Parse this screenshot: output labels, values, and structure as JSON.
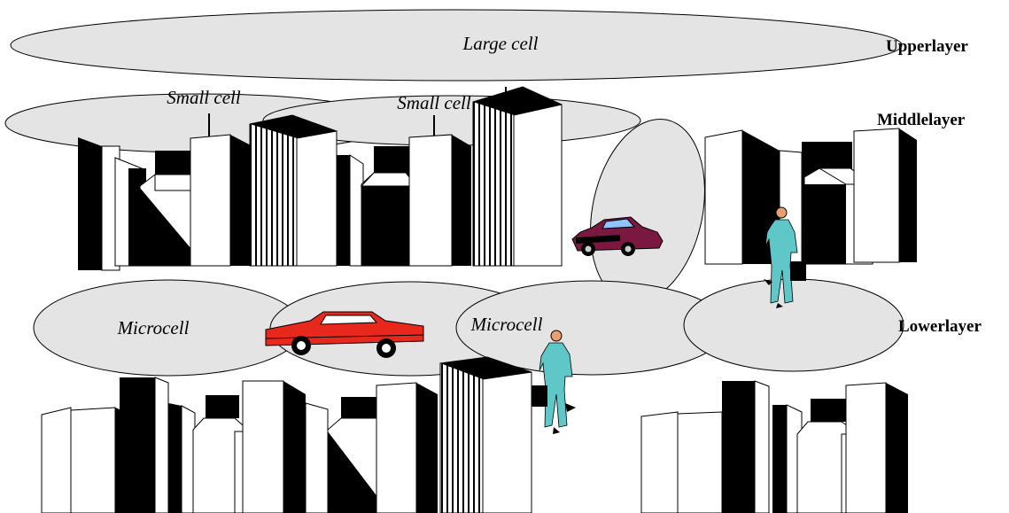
{
  "layers": {
    "upper": "Upperlayer",
    "middle": "Middlelayer",
    "lower": "Lowerlayer"
  },
  "cells": {
    "large": "Large cell",
    "small_left": "Small cell",
    "small_right": "Small cell",
    "micro_left": "Microcell",
    "micro_center": "Microcell"
  },
  "colors": {
    "cell_fill": "#e4e4e4",
    "building_dark": "#000000",
    "building_light": "#ffffff",
    "red_car": "#e8281c",
    "purple_car": "#7a1842",
    "suit": "#5fc7c7"
  }
}
